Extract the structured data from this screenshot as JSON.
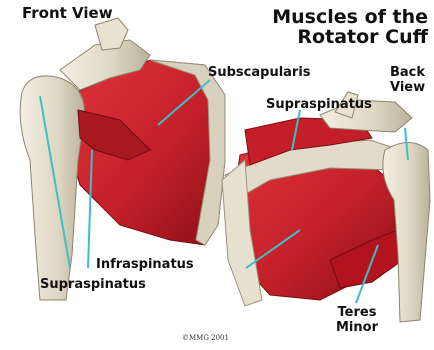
{
  "title_line1": "Muscles of the",
  "title_line2": "Rotator Cuff",
  "view_front": "Front View",
  "view_back_line1": "Back",
  "view_back_line2": "View",
  "labels": {
    "subscapularis": "Subscapularis",
    "supraspinatus_top": "Supraspinatus",
    "infraspinatus": "Infraspinatus",
    "supraspinatus_bottom": "Supraspinatus",
    "teres_line1": "Teres",
    "teres_line2": "Minor"
  },
  "copyright": "©MMG 2001",
  "colors": {
    "muscle": "#c8202a",
    "muscle_dark": "#8e1018",
    "bone": "#e6e0cf",
    "bone_shade": "#bdb59f",
    "leader": "#3fbfc4"
  }
}
